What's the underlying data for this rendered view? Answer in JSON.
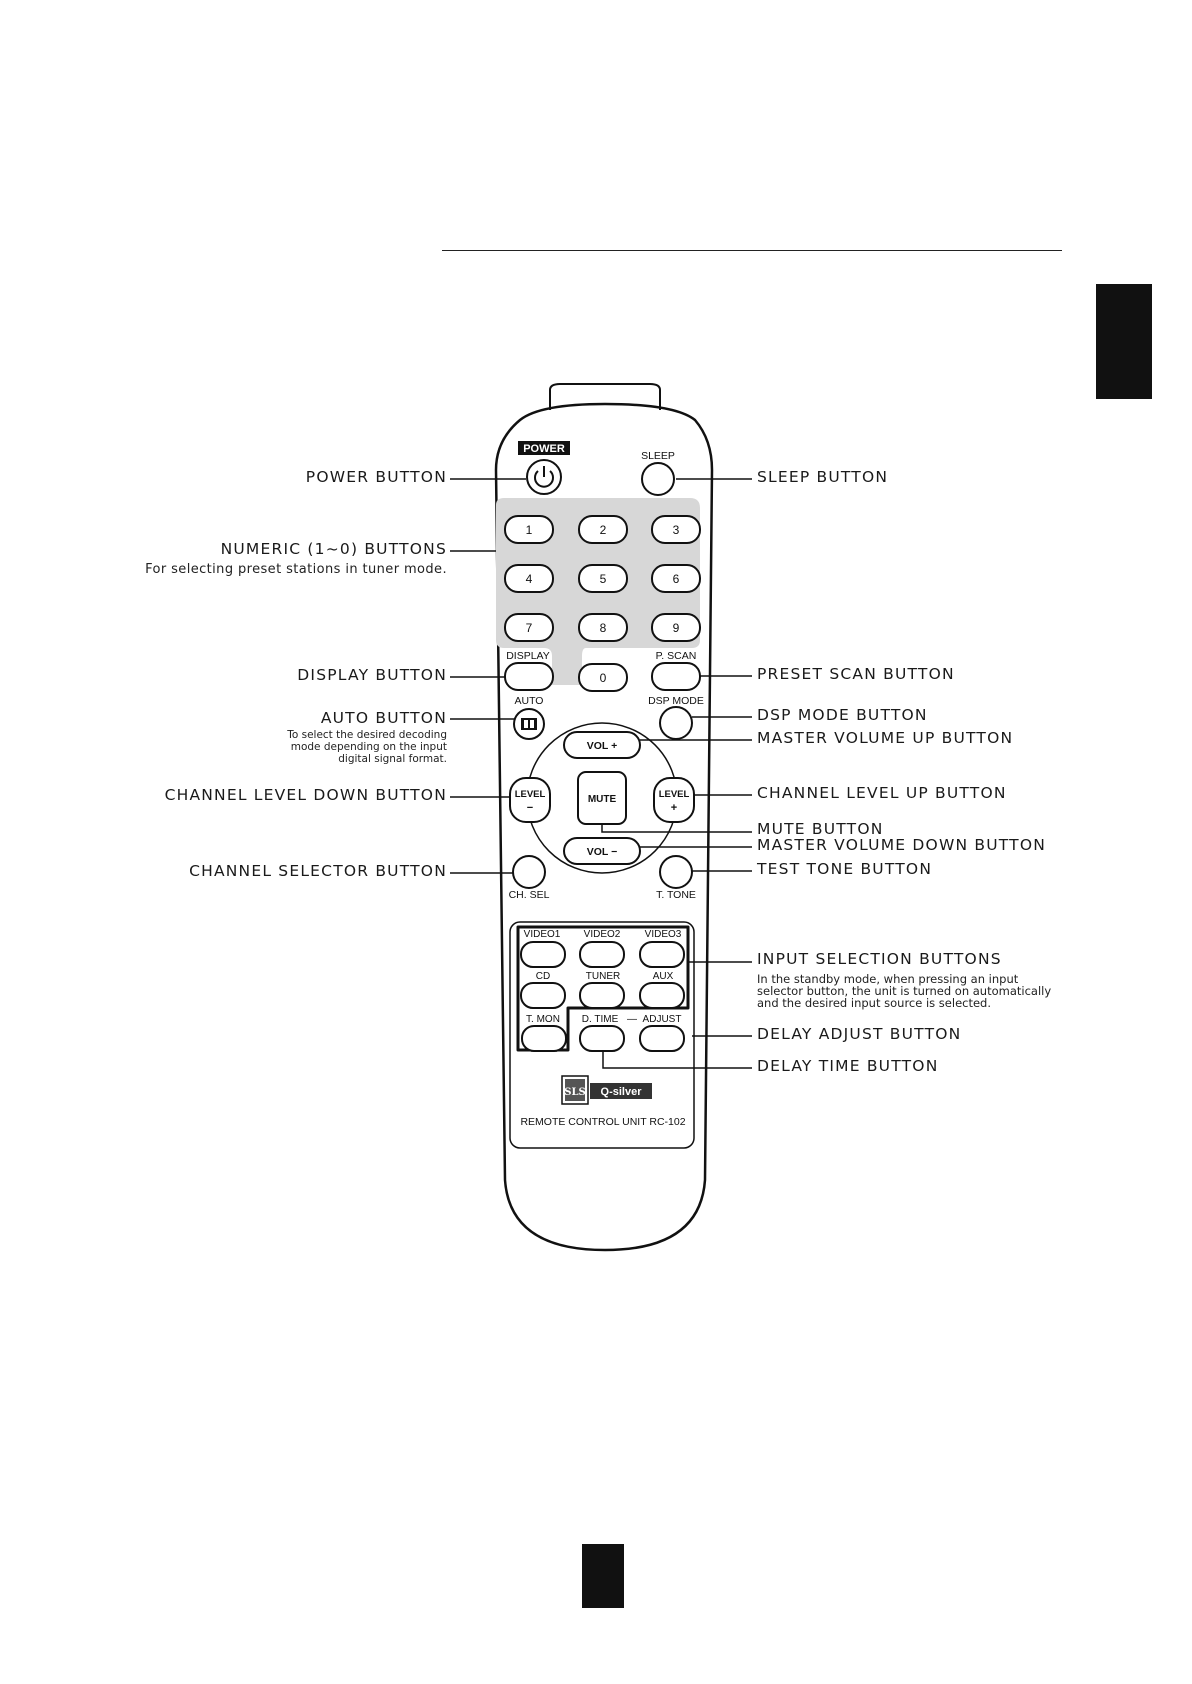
{
  "labels": {
    "power": "POWER BUTTON",
    "sleep": "SLEEP BUTTON",
    "numeric": "NUMERIC (1~0) BUTTONS",
    "numeric_sub": "For selecting preset stations in tuner mode.",
    "display": "DISPLAY BUTTON",
    "preset_scan": "PRESET SCAN BUTTON",
    "auto": "AUTO BUTTON",
    "auto_sub_1": "To select the desired decoding",
    "auto_sub_2": "mode depending on the input",
    "auto_sub_3": "digital signal format.",
    "dsp_mode": "DSP MODE BUTTON",
    "master_vol_up": "MASTER VOLUME UP BUTTON",
    "ch_level_down": "CHANNEL LEVEL DOWN BUTTON",
    "ch_level_up": "CHANNEL LEVEL UP BUTTON",
    "mute": "MUTE BUTTON",
    "master_vol_down": "MASTER VOLUME DOWN BUTTON",
    "ch_selector": "CHANNEL SELECTOR BUTTON",
    "test_tone": "TEST TONE BUTTON",
    "input_sel": "INPUT SELECTION BUTTONS",
    "input_sub_1": "In the standby mode, when pressing an input",
    "input_sub_2": "selector button, the unit is turned on automatically",
    "input_sub_3": "and the desired input source is selected.",
    "delay_adjust": "DELAY ADJUST BUTTON",
    "delay_time": "DELAY TIME BUTTON"
  },
  "remote": {
    "power_badge": "POWER",
    "sleep": "SLEEP",
    "numbers": [
      "1",
      "2",
      "3",
      "4",
      "5",
      "6",
      "7",
      "8",
      "9",
      "0"
    ],
    "display": "DISPLAY",
    "p_scan": "P. SCAN",
    "auto": "AUTO",
    "dsp_mode": "DSP MODE",
    "vol_plus": "VOL +",
    "vol_minus": "VOL −",
    "level": "LEVEL",
    "minus": "−",
    "plus": "+",
    "mute": "MUTE",
    "ch_sel": "CH. SEL",
    "t_tone": "T. TONE",
    "video1": "VIDEO1",
    "video2": "VIDEO2",
    "video3": "VIDEO3",
    "cd": "CD",
    "tuner": "TUNER",
    "aux": "AUX",
    "t_mon": "T. MON",
    "d_time": "D. TIME",
    "dash": "—",
    "adjust": "ADJUST",
    "brand": "SLS",
    "brand2": "Q-silver",
    "model": "REMOTE CONTROL UNIT RC-102"
  }
}
